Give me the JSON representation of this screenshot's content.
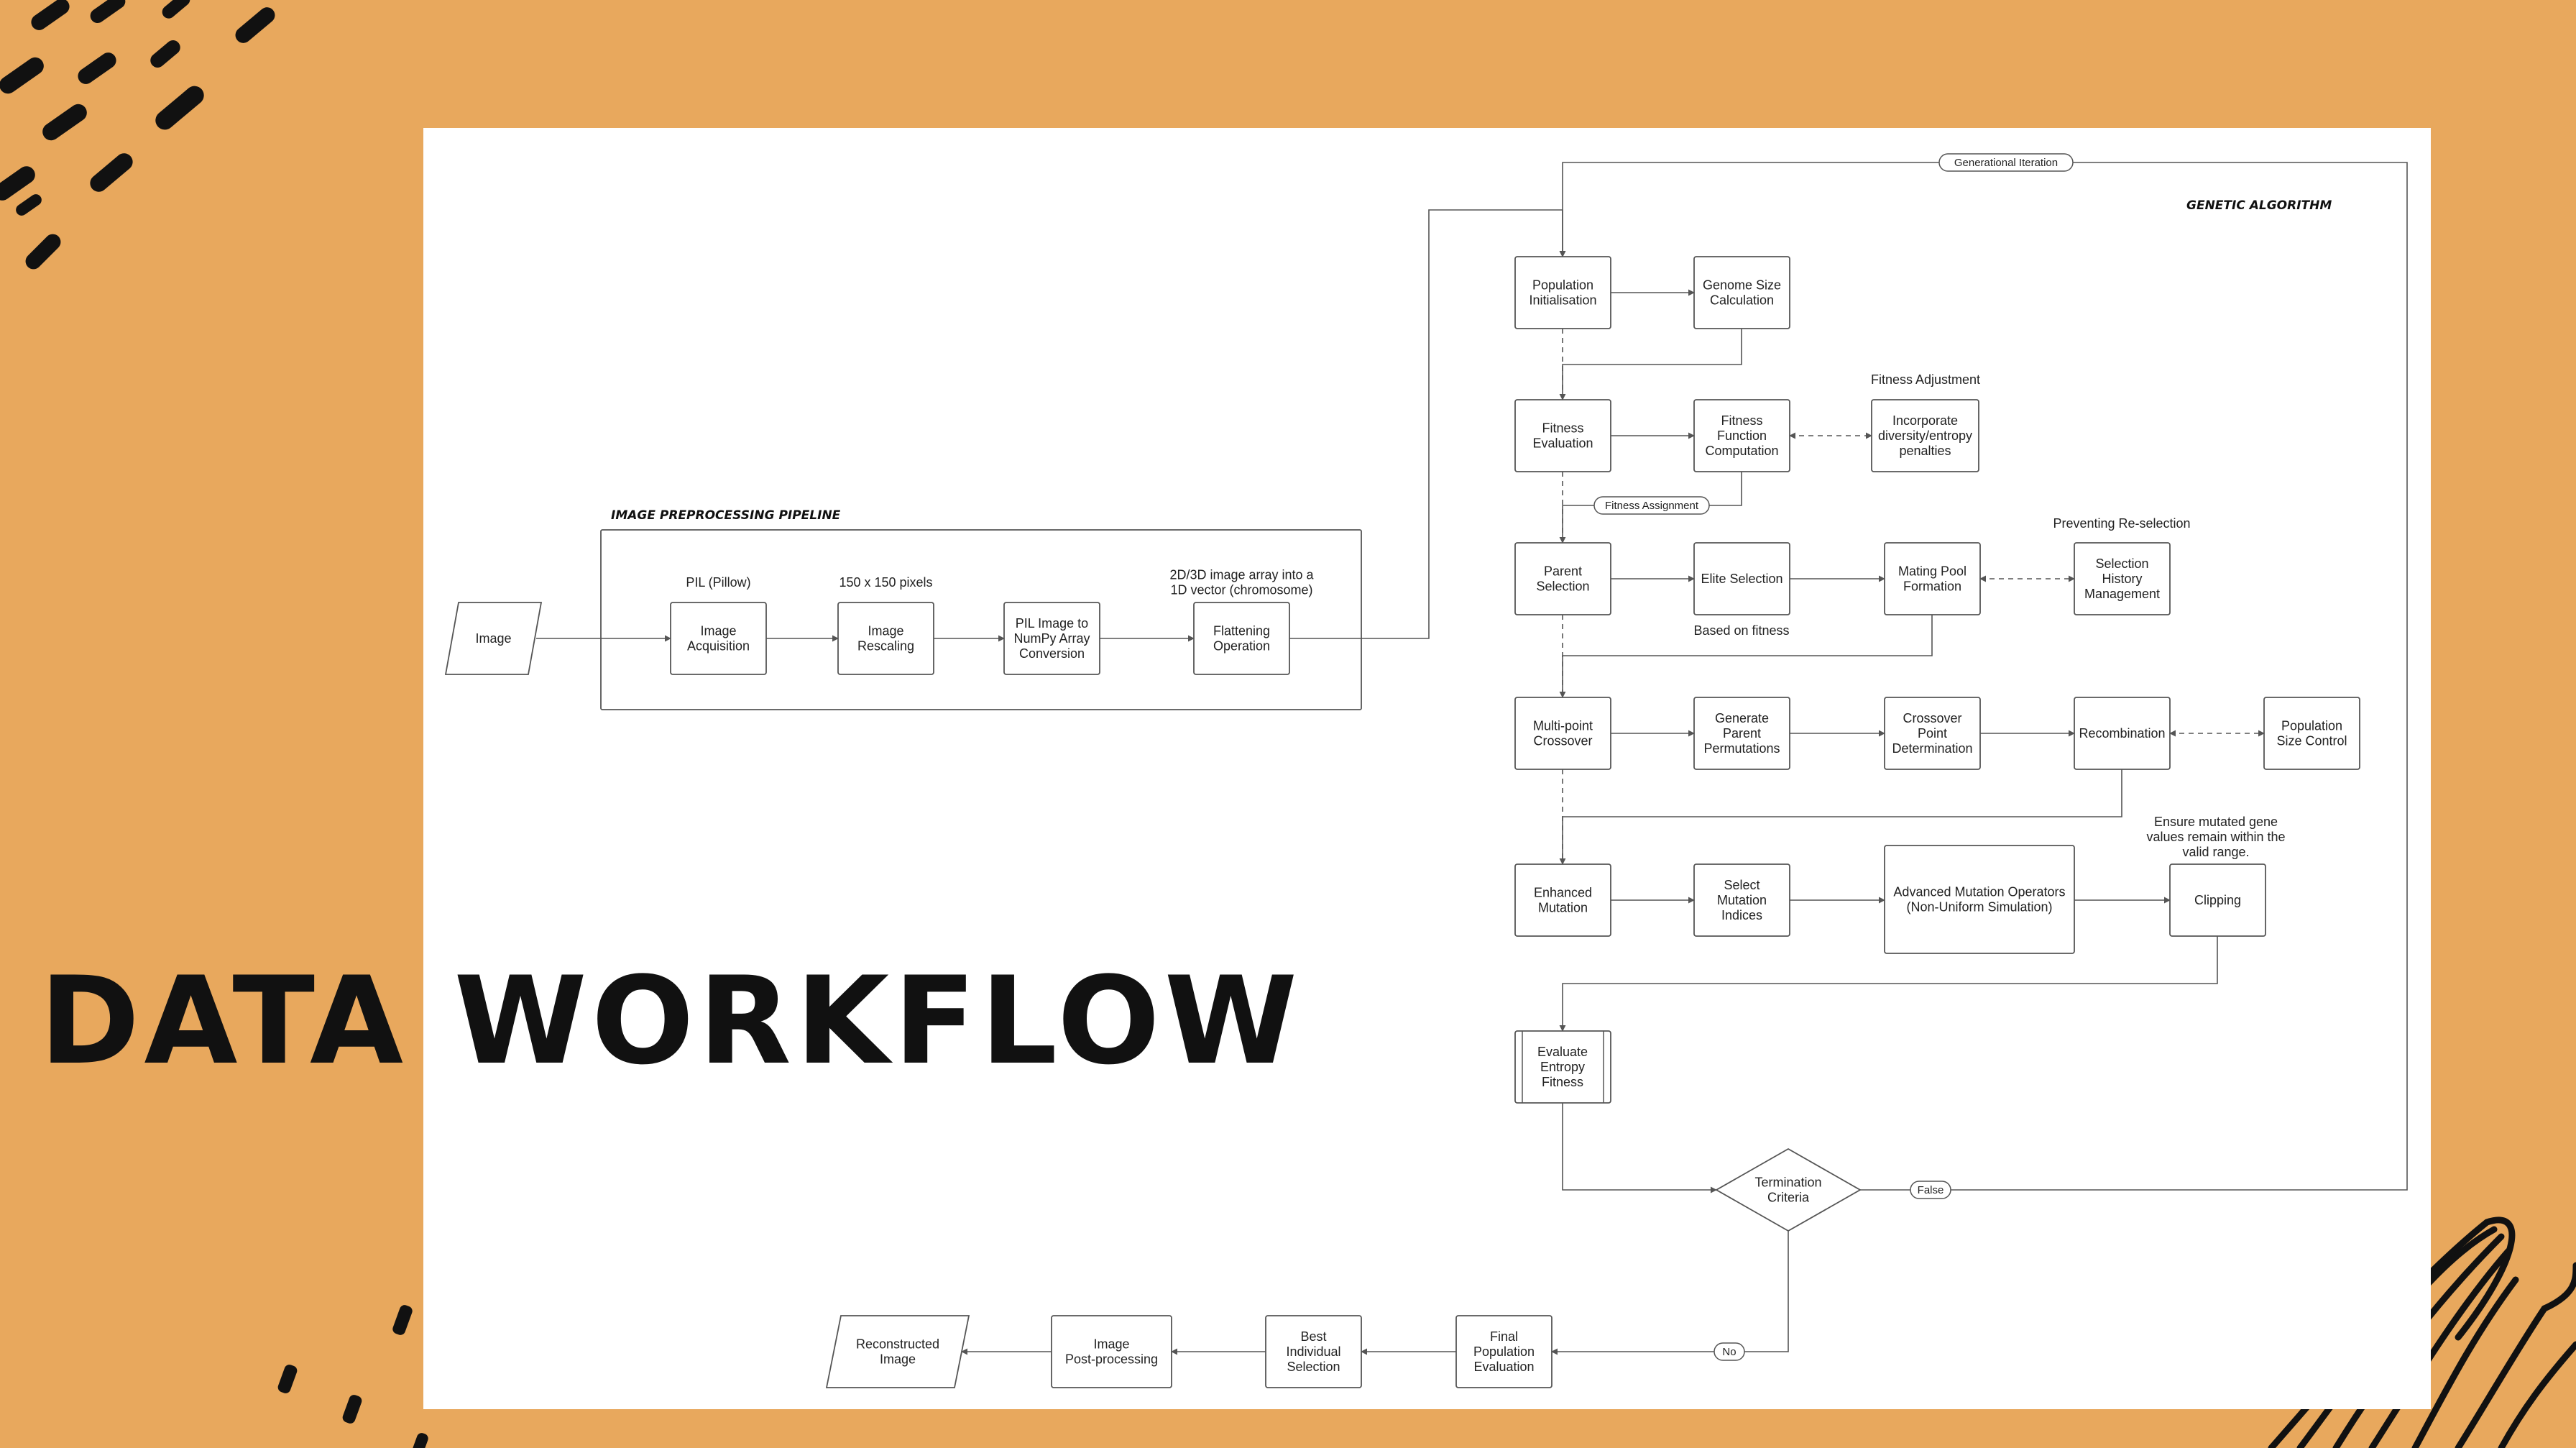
{
  "title": "DATA WORKFLOW",
  "colors": {
    "background": "#E8A85D",
    "canvas": "#FFFFFF",
    "stroke": "#555555",
    "ink": "#111111"
  },
  "preprocessing": {
    "heading": "IMAGE PREPROCESSING PIPELINE",
    "input": [
      "Image"
    ],
    "nodes": [
      {
        "id": "acq",
        "lines": [
          "Image",
          "Acquisition"
        ],
        "note": [
          "PIL (Pillow)"
        ]
      },
      {
        "id": "resc",
        "lines": [
          "Image",
          "Rescaling"
        ],
        "note": [
          "150 x 150 pixels"
        ]
      },
      {
        "id": "conv",
        "lines": [
          "PIL Image to",
          "NumPy Array",
          "Conversion"
        ],
        "note": []
      },
      {
        "id": "flat",
        "lines": [
          "Flattening",
          "Operation"
        ],
        "note": [
          "2D/3D image array into a",
          "1D vector (chromosome)"
        ]
      }
    ]
  },
  "ga": {
    "heading": "GENETIC ALGORITHM",
    "loop_label": "Generational Iteration",
    "rows": [
      {
        "id": "init",
        "cells": [
          {
            "lines": [
              "Population",
              "Initialisation"
            ]
          },
          {
            "lines": [
              "Genome Size",
              "Calculation"
            ]
          }
        ]
      },
      {
        "id": "fit",
        "cells": [
          {
            "lines": [
              "Fitness",
              "Evaluation"
            ]
          },
          {
            "lines": [
              "Fitness",
              "Function",
              "Computation"
            ]
          },
          {
            "lines": [
              "Incorporate",
              "diversity/entropy",
              "penalties"
            ]
          }
        ]
      },
      {
        "id": "sel",
        "cells": [
          {
            "lines": [
              "Parent",
              "Selection"
            ]
          },
          {
            "lines": [
              "Elite Selection"
            ]
          },
          {
            "lines": [
              "Mating Pool",
              "Formation"
            ]
          },
          {
            "lines": [
              "Selection",
              "History",
              "Management"
            ]
          }
        ]
      },
      {
        "id": "cross",
        "cells": [
          {
            "lines": [
              "Multi-point",
              "Crossover"
            ]
          },
          {
            "lines": [
              "Generate",
              "Parent",
              "Permutations"
            ]
          },
          {
            "lines": [
              "Crossover",
              "Point",
              "Determination"
            ]
          },
          {
            "lines": [
              "Recombination"
            ]
          },
          {
            "lines": [
              "Population",
              "Size Control"
            ]
          }
        ]
      },
      {
        "id": "mut",
        "cells": [
          {
            "lines": [
              "Enhanced",
              "Mutation"
            ]
          },
          {
            "lines": [
              "Select",
              "Mutation",
              "Indices"
            ]
          },
          {
            "lines": [
              "Advanced Mutation Operators",
              "(Non-Uniform Simulation)"
            ]
          },
          {
            "lines": [
              "Clipping"
            ]
          }
        ]
      }
    ],
    "evaluate": [
      "Evaluate",
      "Entropy",
      "Fitness"
    ],
    "termination": [
      "Termination",
      "Criteria"
    ],
    "labels": {
      "fitness_adjustment": [
        "Fitness Adjustment"
      ],
      "fitness_assignment": "Fitness Assignment",
      "preventing": [
        "Preventing Re-selection"
      ],
      "based_on_fitness": [
        "Based on fitness"
      ],
      "ensure": [
        "Ensure mutated gene",
        "values remain within the",
        "valid range."
      ],
      "false": "False",
      "no": "No"
    }
  },
  "output": {
    "nodes": [
      {
        "id": "final",
        "lines": [
          "Final",
          "Population",
          "Evaluation"
        ]
      },
      {
        "id": "best",
        "lines": [
          "Best",
          "Individual",
          "Selection"
        ]
      },
      {
        "id": "post",
        "lines": [
          "Image",
          "Post-processing"
        ]
      }
    ],
    "result": [
      "Reconstructed",
      "Image"
    ]
  }
}
